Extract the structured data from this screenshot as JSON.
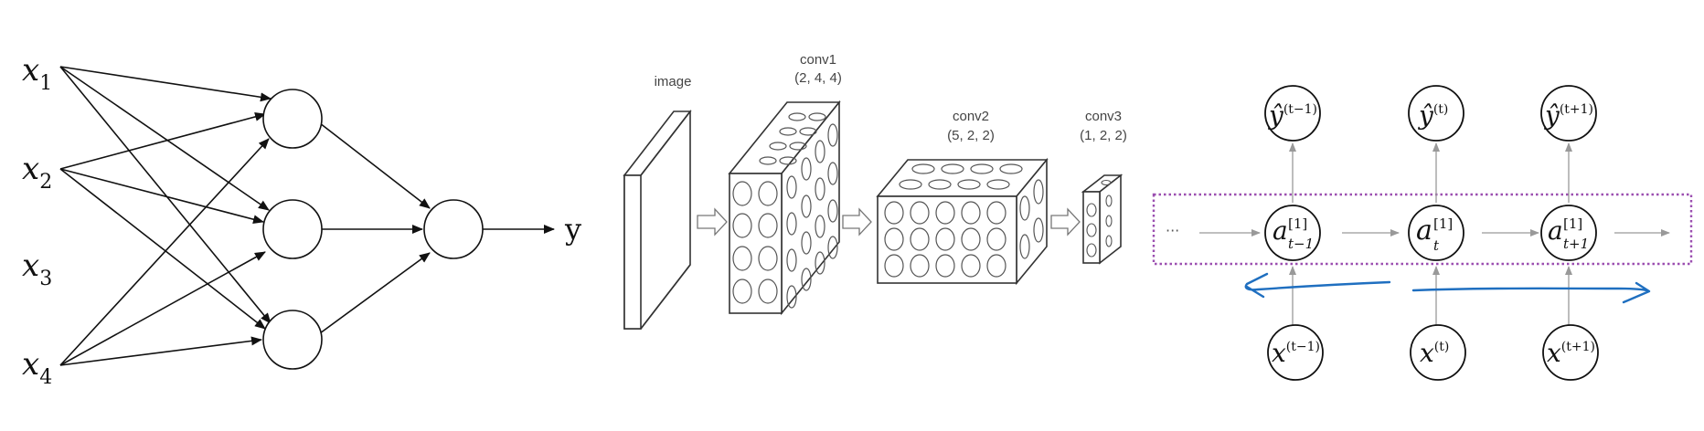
{
  "panels": {
    "nn": {
      "inputs": [
        {
          "base": "x",
          "sub": "1"
        },
        {
          "base": "x",
          "sub": "2"
        },
        {
          "base": "x",
          "sub": "3"
        },
        {
          "base": "x",
          "sub": "4"
        }
      ],
      "output": "y"
    },
    "cnn": {
      "image_label": "image",
      "layers": [
        {
          "name": "conv1",
          "shape": "(2, 4, 4)"
        },
        {
          "name": "conv2",
          "shape": "(5, 2, 2)"
        },
        {
          "name": "conv3",
          "shape": "(1, 2, 2)"
        }
      ]
    },
    "rnn": {
      "ellipsis": "···",
      "outputs": [
        {
          "base": "ŷ",
          "sup": "(t−1)"
        },
        {
          "base": "ŷ",
          "sup": "(t)"
        },
        {
          "base": "ŷ",
          "sup": "(t+1)"
        }
      ],
      "hidden": [
        {
          "base": "a",
          "sup": "[1]",
          "sub": "t−1"
        },
        {
          "base": "a",
          "sup": "[1]",
          "sub": "t"
        },
        {
          "base": "a",
          "sup": "[1]",
          "sub": "t+1"
        }
      ],
      "inputs": [
        {
          "base": "x",
          "sup": "(t−1)"
        },
        {
          "base": "x",
          "sup": "(t)"
        },
        {
          "base": "x",
          "sup": "(t+1)"
        }
      ],
      "box_color": "#9b4fb0",
      "annotation_color": "#1f6fc0"
    }
  }
}
